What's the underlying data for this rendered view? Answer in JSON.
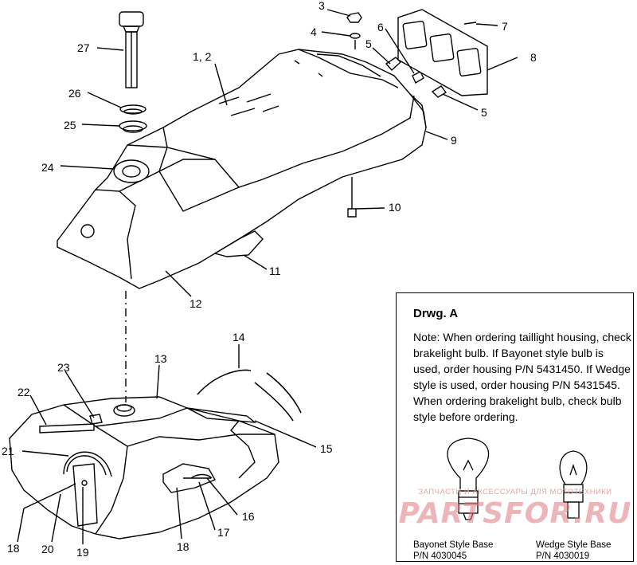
{
  "labels": {
    "l1_2": "1, 2",
    "l3": "3",
    "l4": "4",
    "l5a": "5",
    "l5b": "5",
    "l6": "6",
    "l7": "7",
    "l8": "8",
    "l9": "9",
    "l10": "10",
    "l11": "11",
    "l12": "12",
    "l13": "13",
    "l14": "14",
    "l15": "15",
    "l16": "16",
    "l17": "17",
    "l18a": "18",
    "l18b": "18",
    "l19": "19",
    "l20": "20",
    "l21": "21",
    "l22": "22",
    "l23": "23",
    "l24": "24",
    "l25": "25",
    "l26": "26",
    "l27": "27"
  },
  "note": {
    "title": "Drwg. A",
    "text": "Note: When ordering taillight housing, check brakelight bulb.  If Bayonet style bulb is  used, order housing P/N 5431450.  If Wedge style is used, order housing P/N 5431545.  When ordering brakelight bulb, check bulb style before ordering.",
    "bayonet_name": "Bayonet Style Base",
    "bayonet_pn": "P/N 4030045",
    "wedge_name": "Wedge Style Base",
    "wedge_pn": "P/N 4030019"
  },
  "watermark": {
    "tagline": "ЗАПЧАСТИ И АКСЕССУАРЫ ДЛЯ МОТОТЕХНИКИ",
    "logo": "PARTSFOR.RU"
  }
}
